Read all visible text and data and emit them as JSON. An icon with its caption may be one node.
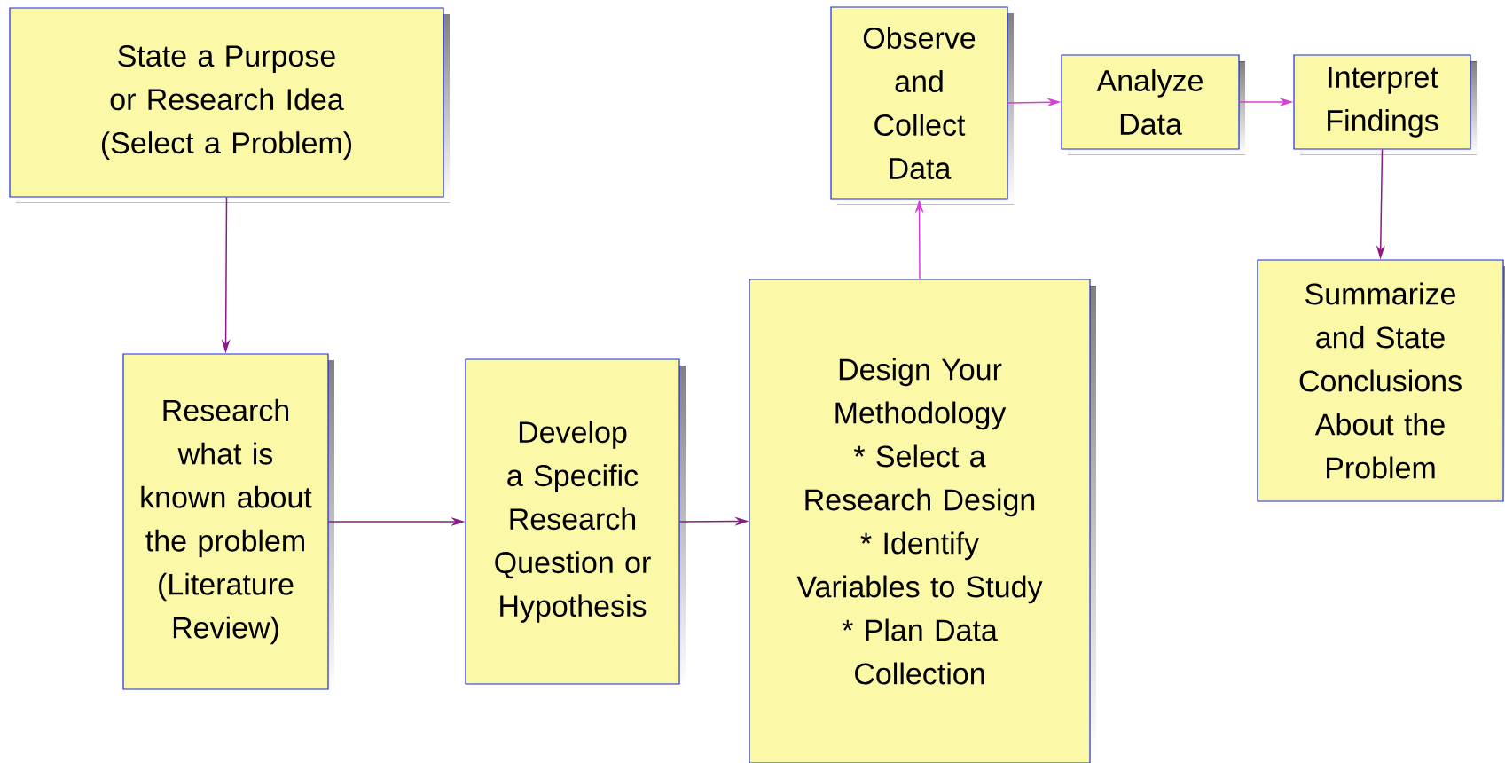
{
  "diagram": {
    "nodes": [
      {
        "text": [
          "State a Purpose or Research Idea (Select a Problem)"
        ]
      },
      {
        "text": [
          "Research what is known about the problem (Literature Review)"
        ]
      },
      {
        "text": [
          "Develop a Specific Research Question or Hypothesis"
        ]
      },
      {
        "text": [
          "Design Your Methodology",
          "* Select a Research Design",
          "* Identify Variables to Study",
          "* Plan Data Collection"
        ]
      },
      {
        "text": [
          "Observe and Collect Data"
        ]
      },
      {
        "text": [
          "Analyze Data"
        ]
      },
      {
        "text": [
          "Interpret Findings"
        ]
      },
      {
        "text": [
          "Summarize and State Conclusions About the Problem"
        ]
      }
    ],
    "edges": [
      {
        "from": 0,
        "to": 1,
        "arrow": "to"
      },
      {
        "from": 1,
        "to": 2,
        "arrow": "to"
      },
      {
        "from": 2,
        "to": 3,
        "arrow": "to"
      },
      {
        "from": 3,
        "to": 4,
        "arrow": "to",
        "color": "#d63fd6"
      },
      {
        "from": 4,
        "to": 5,
        "arrow": "to",
        "color": "#d63fd6"
      },
      {
        "from": 5,
        "to": 6,
        "arrow": "to",
        "color": "#d63fd6"
      },
      {
        "from": 6,
        "to": 7,
        "arrow": "to"
      }
    ]
  }
}
